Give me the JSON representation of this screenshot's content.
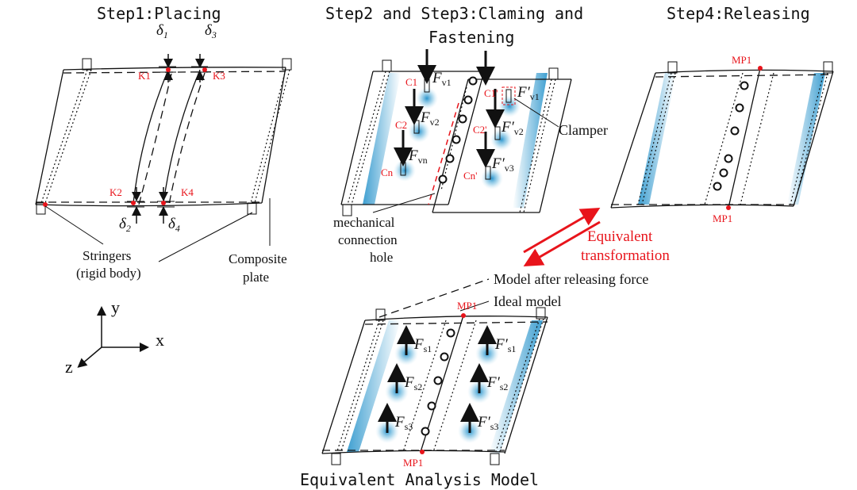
{
  "titles": {
    "step1": "Step1:Placing",
    "step23_line1": "Step2 and Step3:Claming and",
    "step23_line2": "Fastening",
    "step4": "Step4:Releasing",
    "bottom": "Equivalent Analysis Model"
  },
  "step1": {
    "delta1": "δ",
    "delta1_sub": "1",
    "delta2": "δ",
    "delta2_sub": "2",
    "delta3": "δ",
    "delta3_sub": "3",
    "delta4": "δ",
    "delta4_sub": "4",
    "k1": "K1",
    "k2": "K2",
    "k3": "K3",
    "k4": "K4",
    "stringers_line1": "Stringers",
    "stringers_line2": "(rigid body)",
    "composite_line1": "Composite",
    "composite_line2": "plate"
  },
  "axes": {
    "x": "x",
    "y": "y",
    "z": "z"
  },
  "step23": {
    "c1": "C1",
    "c2": "C2",
    "cn": "Cn",
    "c1p": "C1'",
    "c2p": "C2'",
    "cnp": "Cn'",
    "fv1": "F",
    "fv1_sub": "v1",
    "fv2": "F",
    "fv2_sub": "v2",
    "fvn": "F",
    "fvn_sub": "vn",
    "fpv1": "F′",
    "fpv1_sub": "v1",
    "fpv2": "F′",
    "fpv2_sub": "v2",
    "fpv3": "F′",
    "fpv3_sub": "v3",
    "clamper": "Clamper",
    "hole_line1": "mechanical",
    "hole_line2": "connection",
    "hole_line3": "hole"
  },
  "step4": {
    "mp1_top": "MP1",
    "mp1_bottom": "MP1"
  },
  "transform": {
    "line1": "Equivalent",
    "line2": "transformation"
  },
  "model": {
    "after_release": "Model after releasing force",
    "ideal": "Ideal model",
    "mp1_top": "MP1",
    "mp1_bottom": "MP1",
    "fs1": "F",
    "fs1_sub": "s1",
    "fs2": "F",
    "fs2_sub": "s2",
    "fs3": "F",
    "fs3_sub": "s3",
    "fps1": "F′",
    "fps1_sub": "s1",
    "fps2": "F′",
    "fps2_sub": "s2",
    "fps3": "F′",
    "fps3_sub": "s3"
  },
  "colors": {
    "accent_red": "#e8141b",
    "glow_blue": "#3a9fd0",
    "ink": "#111111"
  }
}
